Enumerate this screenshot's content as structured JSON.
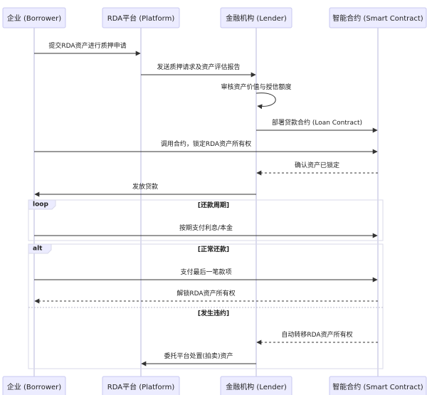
{
  "actors": [
    {
      "id": "borrower",
      "label": "企业 (Borrower)"
    },
    {
      "id": "platform",
      "label": "RDA平台 (Platform)"
    },
    {
      "id": "lender",
      "label": "金融机构 (Lender)"
    },
    {
      "id": "contract",
      "label": "智能合约 (Smart Contract)"
    }
  ],
  "messages": [
    {
      "from": "borrower",
      "to": "platform",
      "text": "提交RDA资产进行质押申请",
      "style": "solid"
    },
    {
      "from": "platform",
      "to": "lender",
      "text": "发送质押请求及资产评估报告",
      "style": "solid"
    },
    {
      "from": "lender",
      "to": "lender",
      "text": "审核资产价值与授信额度",
      "style": "self"
    },
    {
      "from": "lender",
      "to": "contract",
      "text": "部署贷款合约 (Loan Contract)",
      "style": "solid"
    },
    {
      "from": "borrower",
      "to": "contract",
      "text": "调用合约，锁定RDA资产所有权",
      "style": "solid"
    },
    {
      "from": "contract",
      "to": "lender",
      "text": "确认资产已锁定",
      "style": "dashed"
    },
    {
      "from": "lender",
      "to": "borrower",
      "text": "发放贷款",
      "style": "solid"
    },
    {
      "from": "borrower",
      "to": "contract",
      "text": "按期支付利息/本金",
      "style": "solid"
    },
    {
      "from": "borrower",
      "to": "contract",
      "text": "支付最后一笔款项",
      "style": "solid"
    },
    {
      "from": "contract",
      "to": "borrower",
      "text": "解锁RDA资产所有权",
      "style": "dashed"
    },
    {
      "from": "contract",
      "to": "lender",
      "text": "自动转移RDA资产所有权",
      "style": "dashed"
    },
    {
      "from": "lender",
      "to": "platform",
      "text": "委托平台处置(拍卖)资产",
      "style": "solid"
    }
  ],
  "frames": [
    {
      "type": "loop",
      "tag": "loop",
      "label": "[还款周期]"
    },
    {
      "type": "alt",
      "tag": "alt",
      "label": "[正常还款]",
      "else_label": "[发生违约]"
    }
  ]
}
